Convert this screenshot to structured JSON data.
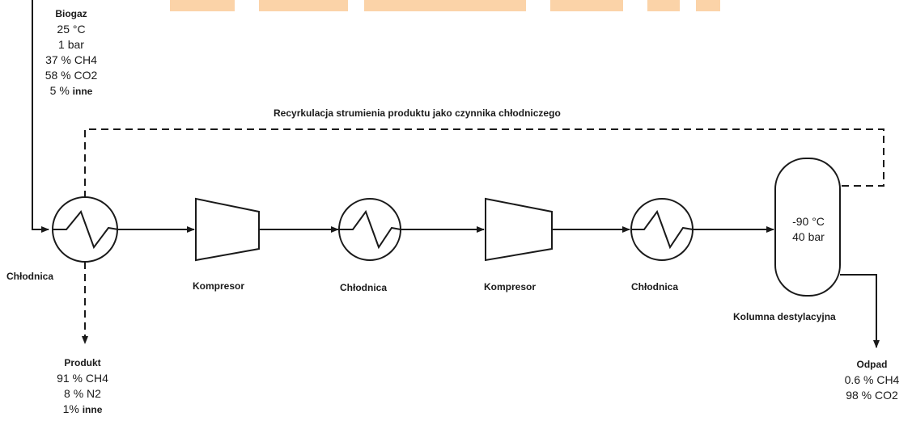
{
  "feed": {
    "title": "Biogaz",
    "temperature": "25 °C",
    "pressure": "1 bar",
    "ch4": "37 % CH4",
    "co2": "58 % CO2",
    "other_pct": "5 %",
    "other_word": "inne"
  },
  "recycle_label": "Recyrkulacja strumienia produktu jako czynnika chłodniczego",
  "units": {
    "cooler_1": "Chłodnica",
    "compressor_1": "Kompresor",
    "cooler_2": "Chłodnica",
    "compressor_2": "Kompresor",
    "cooler_3": "Chłodnica",
    "column": "Kolumna destylacyjna"
  },
  "column_conditions": {
    "temperature": "-90 °C",
    "pressure": "40 bar"
  },
  "product": {
    "title": "Produkt",
    "ch4": "91 % CH4",
    "n2": "8 % N2",
    "other_pct": "1%",
    "other_word": "inne"
  },
  "waste": {
    "title": "Odpad",
    "ch4": "0.6 % CH4",
    "co2": "98 % CO2"
  },
  "colors": {
    "line": "#1a1a1a",
    "banner_orange": "#f9b97c",
    "background": "#ffffff"
  }
}
